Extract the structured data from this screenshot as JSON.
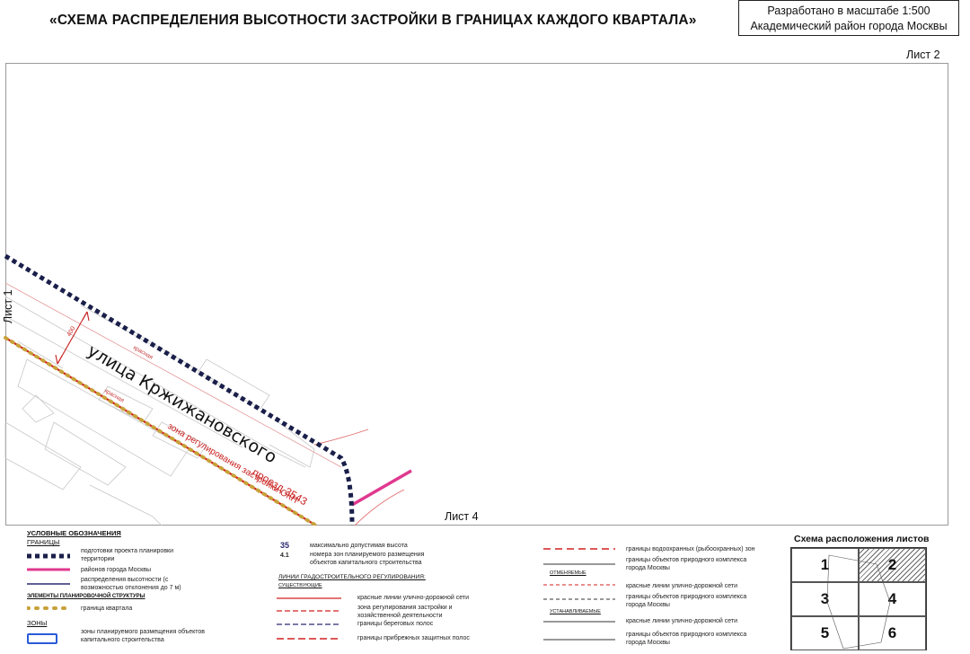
{
  "header": {
    "title": "«СХЕМА РАСПРЕДЕЛЕНИЯ ВЫСОТНОСТИ ЗАСТРОЙКИ В ГРАНИЦАХ КАЖДОГО КВАРТАЛА»",
    "scale_line": "Разработано в масштабе 1:500",
    "district_line": "Академический район города Москвы"
  },
  "sheets": {
    "current": "Лист 2",
    "left": "Лист 1",
    "bottom": "Лист 4"
  },
  "map_labels": {
    "street": "улица Кржижановского",
    "passage": "проезд 3543",
    "zone_okn": "зона регулирования застройки ОКН",
    "red_1": "красная",
    "red_2": "красная",
    "height_mark": "400"
  },
  "colors": {
    "boundary": "#1a1f4a",
    "district": "#e0398f",
    "red_line": "#d22020",
    "okn_dots": "#c7a13a"
  },
  "legend": {
    "title": "УСЛОВНЫЕ ОБОЗНАЧЕНИЯ",
    "boundaries_head": "ГРАНИЦЫ",
    "b1": "подготовки проекта планировки территории",
    "b2": "районов города Москвы",
    "b3": "распределения высотности (с возможностью отклонения до 7 м)",
    "elements_head": "ЭЛЕМЕНТЫ ПЛАНИРОВОЧНОЙ СТРУКТУРЫ",
    "e1": "граница квартала",
    "zones_head": "ЗОНЫ",
    "z1": "зоны планируемого размещения объектов капитального строительства",
    "num_height": "35",
    "num_height_text": "максимально допустимая высота",
    "num_zone": "4.1",
    "num_zone_text": "номера зон планируемого размещения объектов капитального строительства",
    "lines_head": "ЛИНИИ ГРАДОСТРОИТЕЛЬНОГО РЕГУЛИРОВАНИЯ:",
    "existing_head": "СУЩЕСТВУЮЩИЕ",
    "l1": "красные линии улично-дорожной сети",
    "l2": "зона регулирования застройки и хозяйственной деятельности",
    "l3": "границы береговых полос",
    "l4": "границы прибрежных защитных полос",
    "r1": "границы водоохранных (рыбоохранных) зон",
    "r2": "границы объектов природного комплекса города Москвы",
    "cancel_head": "ОТМЕНЯЕМЫЕ",
    "r3": "красные линии улично-дорожной сети",
    "r4": "границы объектов природного комплекса города Москвы",
    "set_head": "УСТАНАВЛИВАЕМЫЕ",
    "r5": "красные линии улично-дорожной сети",
    "r6": "границы объектов природного комплекса города Москвы"
  },
  "sheet_schema": {
    "title": "Схема расположения листов",
    "cells": [
      "1",
      "2",
      "3",
      "4",
      "5",
      "6"
    ],
    "highlighted": "2"
  }
}
